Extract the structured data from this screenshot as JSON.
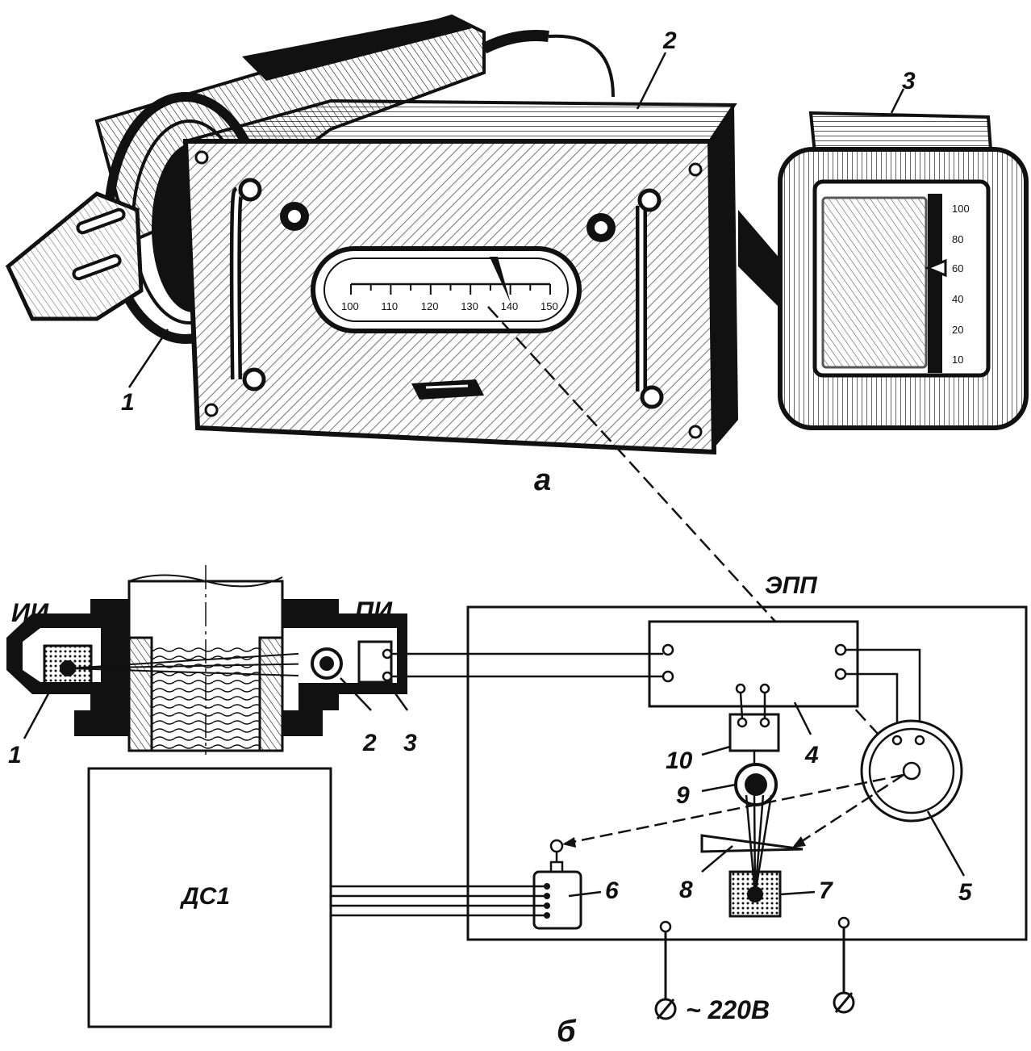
{
  "figure": {
    "part_a_label": "а",
    "part_b_label": "б",
    "top_callouts": [
      "1",
      "2",
      "3"
    ],
    "front_scale": {
      "ticks": [
        "100",
        "110",
        "120",
        "130",
        "140",
        "150"
      ],
      "pointer_value": 136
    },
    "side_scale": {
      "ticks": [
        "100",
        "80",
        "60",
        "40",
        "20",
        "10"
      ],
      "pointer_value": 60
    },
    "schematic": {
      "emitter_label": "ИИ",
      "receiver_label": "ПИ",
      "potentiometer_label": "ЭПП",
      "controller_label": "ДС1",
      "power_label": "~ 220В",
      "callouts": [
        "1",
        "2",
        "3",
        "4",
        "5",
        "6",
        "7",
        "8",
        "9",
        "10"
      ]
    }
  },
  "colors": {
    "ink": "#111111",
    "paper": "#ffffff"
  }
}
